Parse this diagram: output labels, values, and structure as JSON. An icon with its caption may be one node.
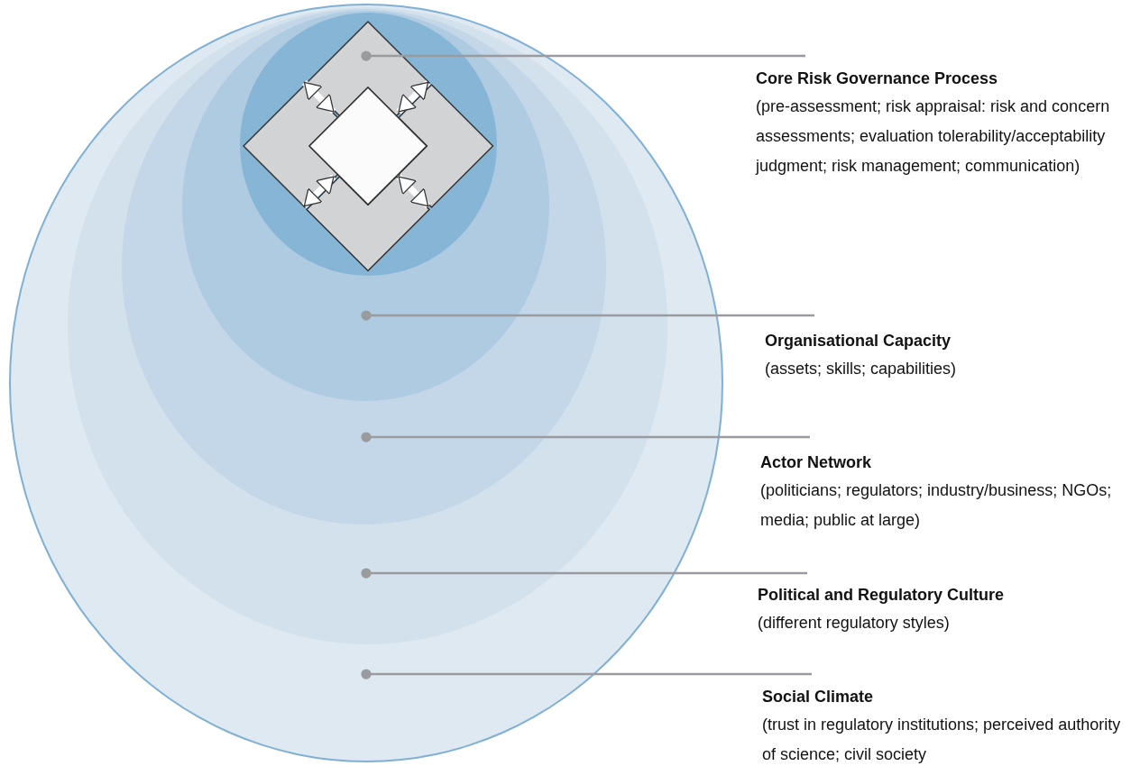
{
  "diagram": {
    "nodes": [
      {
        "text": [],
        "shape": "circle"
      },
      {
        "text": [],
        "shape": "circle",
        "in": 0
      },
      {
        "text": [],
        "shape": "circle",
        "in": 1
      },
      {
        "text": [],
        "shape": "circle",
        "in": 2
      },
      {
        "text": [],
        "shape": "circle",
        "in": 3
      },
      {
        "text": [],
        "shape": "diamond",
        "in": 4
      },
      {
        "text": [],
        "shape": "diamond",
        "in": 4
      },
      {
        "text": [],
        "shape": "diamond",
        "in": 4
      },
      {
        "text": [],
        "shape": "diamond",
        "in": 4
      },
      {
        "text": [],
        "shape": "diamond",
        "in": 4
      },
      {
        "text": [
          "Core Risk Governance Process",
          "(pre-assessment; risk appraisal: risk and concern assessments; evaluation tolerability/acceptability judgment; risk management; communication)"
        ]
      },
      {
        "text": [
          "Organisational Capacity",
          "(assets; skills; capabilities)"
        ]
      },
      {
        "text": [
          "Actor Network",
          "(politicians; regulators; industry/business; NGOs; media; public at large)"
        ]
      },
      {
        "text": [
          "Political and Regulatory Culture",
          "(different regulatory styles)"
        ]
      },
      {
        "text": [
          "Social Climate",
          "(trust in regulatory institutions; perceived authority of science; civil society"
        ]
      }
    ],
    "edges": [
      {
        "from": 9,
        "to": 5,
        "arrow": "both",
        "style": "thick",
        "color": "#ffffff"
      },
      {
        "from": 9,
        "to": 7,
        "arrow": "both",
        "style": "thick",
        "color": "#ffffff"
      },
      {
        "from": 9,
        "to": 8,
        "arrow": "both",
        "style": "thick",
        "color": "#ffffff"
      },
      {
        "from": 9,
        "to": 6,
        "arrow": "both",
        "style": "thick",
        "color": "#ffffff"
      },
      {
        "from": 10,
        "to": 5,
        "arrow": "other"
      },
      {
        "from": 11,
        "to": 3,
        "arrow": "other"
      },
      {
        "from": 12,
        "to": 2,
        "arrow": "other"
      },
      {
        "from": 13,
        "to": 1,
        "arrow": "other"
      },
      {
        "from": 14,
        "to": 0,
        "arrow": "other"
      }
    ]
  }
}
